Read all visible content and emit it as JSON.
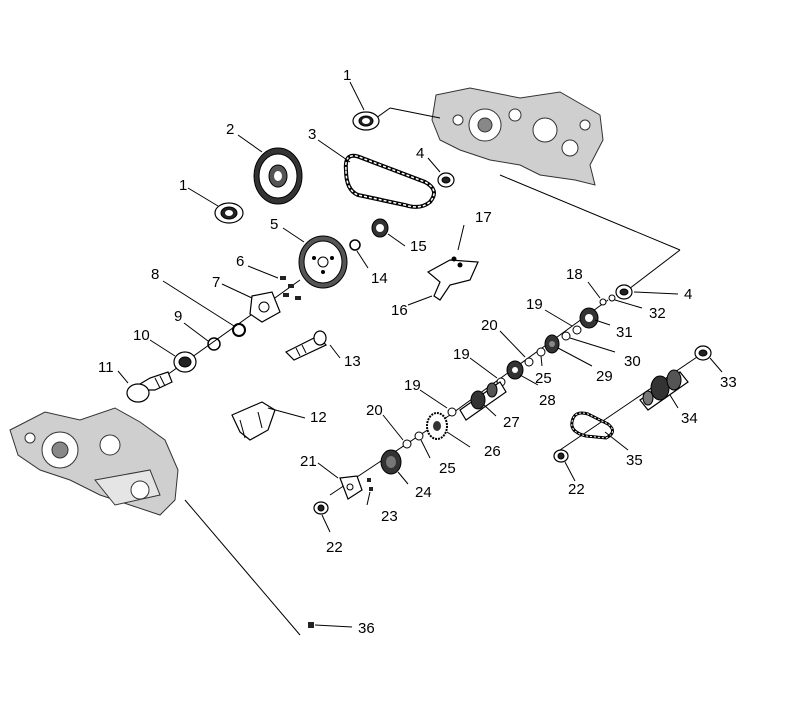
{
  "callouts": {
    "c1a": "1",
    "c1b": "1",
    "c2": "2",
    "c3": "3",
    "c4a": "4",
    "c4b": "4",
    "c5": "5",
    "c6": "6",
    "c7": "7",
    "c8": "8",
    "c9": "9",
    "c10": "10",
    "c11": "11",
    "c12": "12",
    "c13": "13",
    "c14": "14",
    "c15": "15",
    "c16": "16",
    "c17": "17",
    "c18": "18",
    "c19a": "19",
    "c19b": "19",
    "c19c": "19",
    "c20a": "20",
    "c20b": "20",
    "c21": "21",
    "c22a": "22",
    "c22b": "22",
    "c23": "23",
    "c24": "24",
    "c25a": "25",
    "c25b": "25",
    "c26": "26",
    "c27": "27",
    "c28": "28",
    "c29": "29",
    "c30": "30",
    "c31": "31",
    "c32": "32",
    "c33": "33",
    "c34": "34",
    "c35": "35",
    "c36": "36"
  }
}
